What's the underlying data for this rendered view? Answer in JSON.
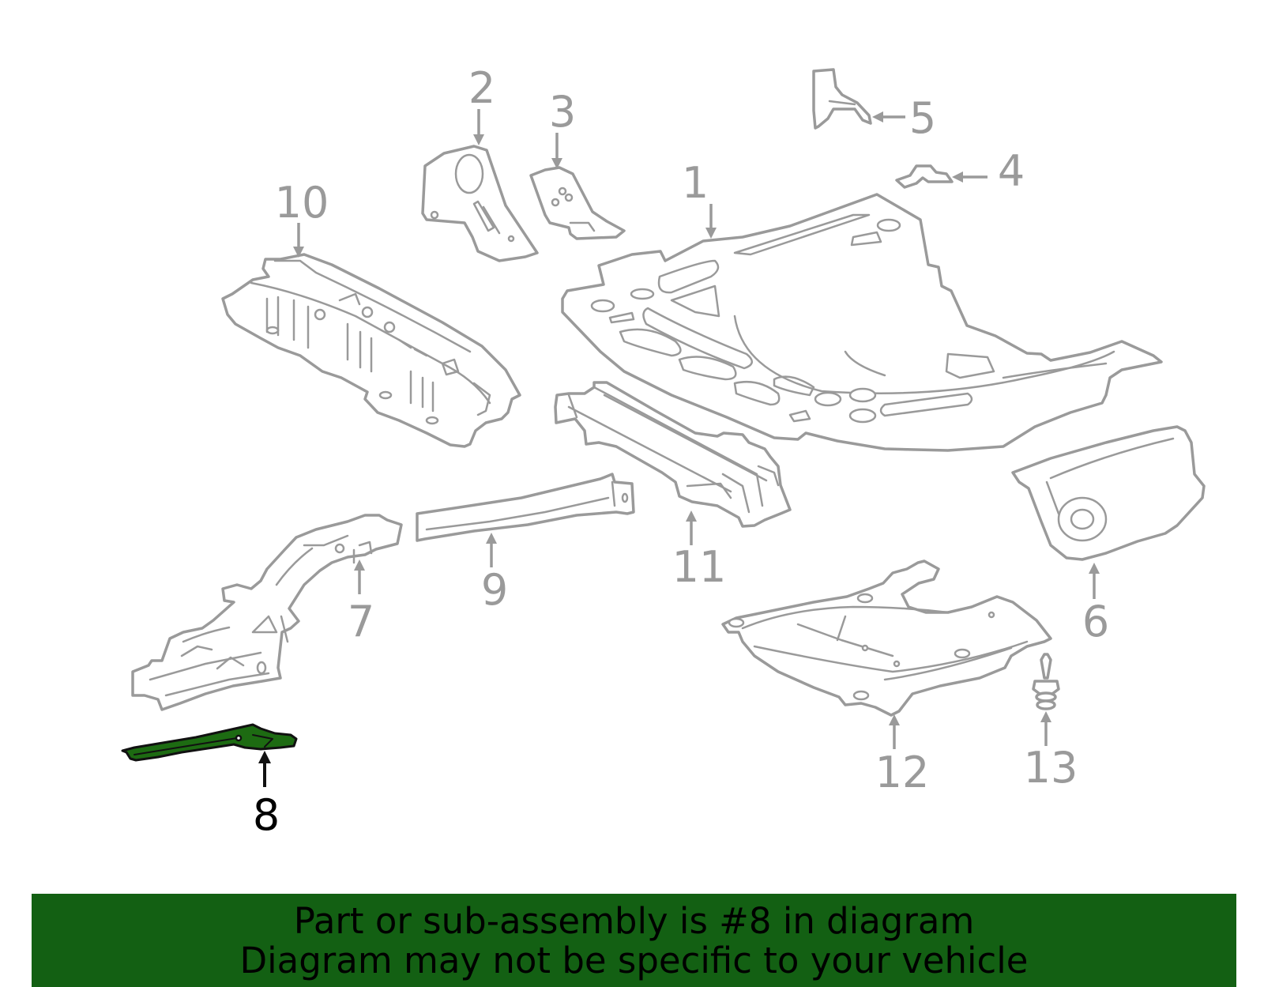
{
  "diagram": {
    "selected_part": "8",
    "callouts": {
      "p1": "1",
      "p2": "2",
      "p3": "3",
      "p4": "4",
      "p5": "5",
      "p6": "6",
      "p7": "7",
      "p8": "8",
      "p9": "9",
      "p10": "10",
      "p11": "11",
      "p12": "12",
      "p13": "13"
    },
    "colors": {
      "line": "#9a9a9a",
      "highlight_fill": "#1d6b12",
      "highlight_stroke": "#111111"
    }
  },
  "banner": {
    "line1": "Part or sub-assembly is #8 in diagram",
    "line2": "Diagram may not be specific to your vehicle",
    "background": "#136013"
  }
}
